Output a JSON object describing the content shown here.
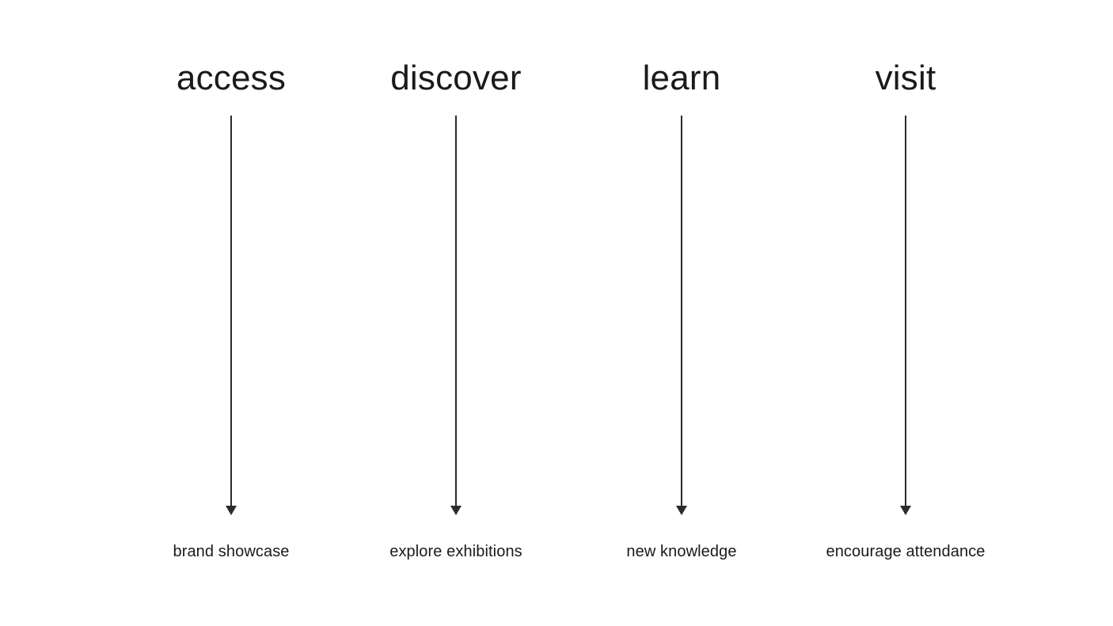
{
  "page": {
    "background_color": "#ffffff",
    "text_color": "#1a1a1a",
    "arrow_color": "#2b2b2b"
  },
  "columns": [
    {
      "title": "access",
      "label": "brand showcase"
    },
    {
      "title": "discover",
      "label": "explore exhibitions"
    },
    {
      "title": "learn",
      "label": "new knowledge"
    },
    {
      "title": "visit",
      "label": "encourage attendance"
    }
  ]
}
